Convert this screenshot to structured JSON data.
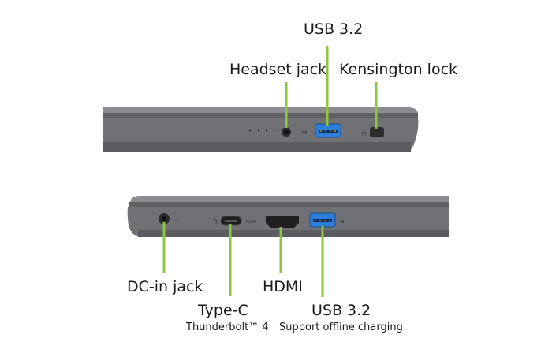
{
  "colors": {
    "accent": "#8cc63f",
    "usb_port": "#2d7fd8",
    "chassis": "#6e7073",
    "chassis_dark": "#45474a"
  },
  "right_side": {
    "ports": [
      {
        "name": "USB 3.2",
        "icon": "usb-a-port-icon"
      },
      {
        "name": "Headset jack",
        "icon": "headset-jack-icon"
      },
      {
        "name": "Kensington lock",
        "icon": "kensington-lock-icon"
      }
    ]
  },
  "left_side": {
    "ports": [
      {
        "name": "DC-in jack",
        "icon": "dc-in-jack-icon"
      },
      {
        "name": "Type-C",
        "sub": "Thunderbolt™ 4",
        "icon": "usb-c-port-icon"
      },
      {
        "name": "HDMI",
        "icon": "hdmi-port-icon"
      },
      {
        "name": "USB 3.2",
        "sub": "Support offline charging",
        "icon": "usb-a-port-icon"
      }
    ]
  }
}
